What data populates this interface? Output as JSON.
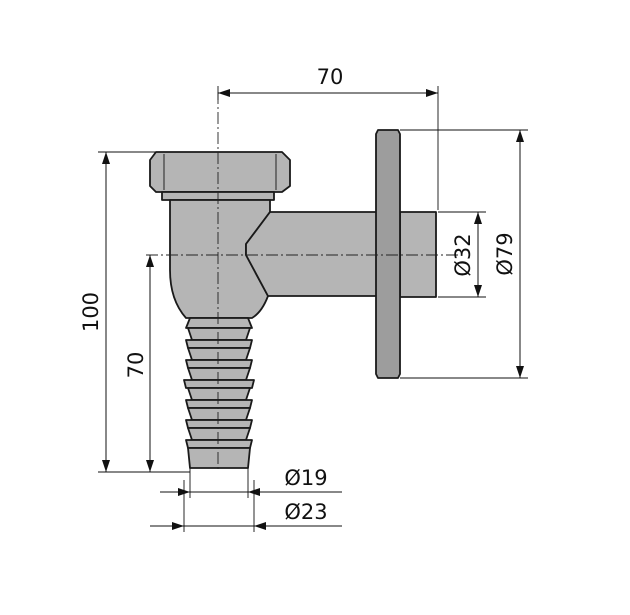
{
  "dimensions": {
    "horizontal_offset": "70",
    "total_height": "100",
    "axis_height": "70",
    "outlet_diameter": "Ø32",
    "flange_diameter": "Ø79",
    "hose_inner_diameter": "Ø19",
    "hose_outer_diameter": "Ø23"
  },
  "colors": {
    "body_fill": "#b5b5b5",
    "outline": "#1a1a1a",
    "background": "#ffffff"
  }
}
